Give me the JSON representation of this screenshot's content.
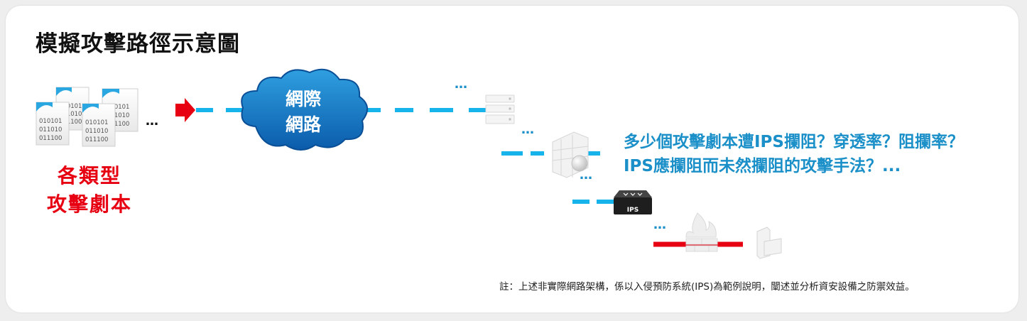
{
  "title": "模擬攻擊路徑示意圖",
  "scripts_label": {
    "line1": "各類型",
    "line2": "攻擊劇本"
  },
  "doc_code": {
    "line1": "010101",
    "line2": "011010",
    "line3": "011100"
  },
  "cloud": {
    "line1": "網際",
    "line2": "網路"
  },
  "ips_label": "IPS",
  "ellipsis": "…",
  "question": {
    "line1": "多少個攻擊劇本遭IPS攔阻？穿透率？阻攔率？",
    "line2": "IPS應攔阻而未然攔阻的攻擊手法？..."
  },
  "note": "註：上述非實際網路架構，係以入侵預防系統(IPS)為範例說明，闡述並分析資安設備之防禦效益。",
  "colors": {
    "blue_line": "#16b4ea",
    "red": "#e60012",
    "question": "#1a8fc8"
  }
}
